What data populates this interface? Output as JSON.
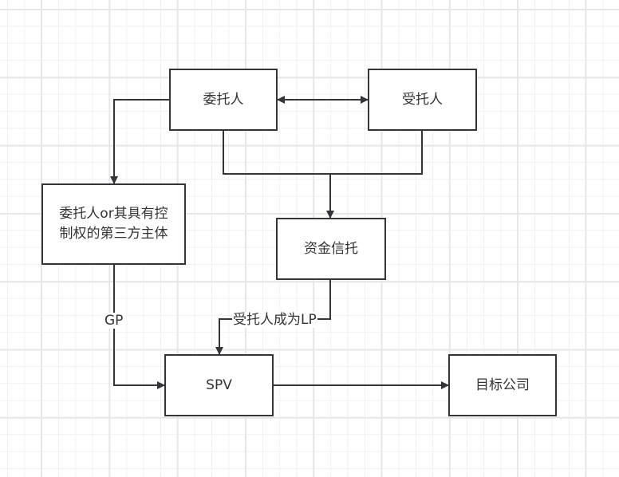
{
  "diagram": {
    "type": "flowchart",
    "nodes": [
      {
        "id": "entrustor",
        "label": "委托人"
      },
      {
        "id": "trustee",
        "label": "受托人"
      },
      {
        "id": "controlled_party",
        "label": "委托人or其具有控制权的第三方主体"
      },
      {
        "id": "fund_trust",
        "label": "资金信托"
      },
      {
        "id": "spv",
        "label": "SPV"
      },
      {
        "id": "target_company",
        "label": "目标公司"
      }
    ],
    "edges": [
      {
        "from": "entrustor",
        "to": "trustee",
        "label": "",
        "bidirectional": true
      },
      {
        "from": "entrustor",
        "to": "controlled_party",
        "label": ""
      },
      {
        "from": "entrustor+trustee",
        "to": "fund_trust",
        "label": ""
      },
      {
        "from": "fund_trust",
        "to": "spv",
        "label": "受托人成为LP"
      },
      {
        "from": "controlled_party",
        "to": "spv",
        "label": "GP"
      },
      {
        "from": "spv",
        "to": "target_company",
        "label": ""
      }
    ],
    "colors": {
      "stroke": "#333539",
      "text": "#333333",
      "grid": "#e6e6e6"
    }
  }
}
